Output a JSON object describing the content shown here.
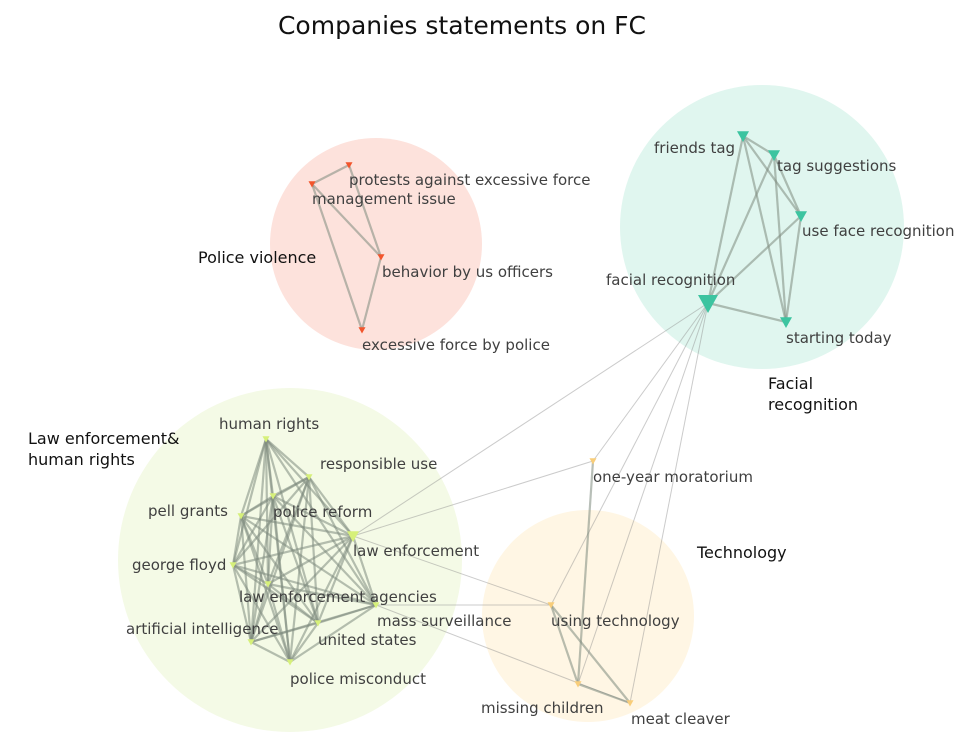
{
  "title": "Companies statements on FC",
  "clusters": [
    {
      "id": "police-violence",
      "label_lines": [
        "Police violence"
      ],
      "color": "#fde2dc"
    },
    {
      "id": "facial-recognition",
      "label_lines": [
        "Facial",
        "recognition"
      ],
      "color": "#e0f6ef"
    },
    {
      "id": "law-enforcement",
      "label_lines": [
        "Law enforcement&",
        "human rights"
      ],
      "color": "#f4fae6"
    },
    {
      "id": "technology",
      "label_lines": [
        "Technology"
      ],
      "color": "#fff6e4"
    }
  ],
  "nodes": [
    {
      "id": "protests",
      "label": "protests against excessive force",
      "cluster": "police-violence",
      "color": "#f2552c",
      "size": "small"
    },
    {
      "id": "management",
      "label": "management issue",
      "cluster": "police-violence",
      "color": "#f2552c",
      "size": "small"
    },
    {
      "id": "behavior",
      "label": "behavior by us officers",
      "cluster": "police-violence",
      "color": "#f2552c",
      "size": "small"
    },
    {
      "id": "excessive",
      "label": "excessive force by police",
      "cluster": "police-violence",
      "color": "#f2552c",
      "size": "small"
    },
    {
      "id": "friends",
      "label": "friends tag",
      "cluster": "facial-recognition",
      "color": "#3cc4a0",
      "size": "medium"
    },
    {
      "id": "tagsugg",
      "label": "tag suggestions",
      "cluster": "facial-recognition",
      "color": "#3cc4a0",
      "size": "medium"
    },
    {
      "id": "useface",
      "label": "use face recognition",
      "cluster": "facial-recognition",
      "color": "#3cc4a0",
      "size": "medium"
    },
    {
      "id": "facial",
      "label": "facial recognition",
      "cluster": "facial-recognition",
      "color": "#3cc4a0",
      "size": "large"
    },
    {
      "id": "starting",
      "label": "starting today",
      "cluster": "facial-recognition",
      "color": "#3cc4a0",
      "size": "medium"
    },
    {
      "id": "humanrights",
      "label": "human rights",
      "cluster": "law-enforcement",
      "color": "#d6f07a",
      "size": "small"
    },
    {
      "id": "responsible",
      "label": "responsible use",
      "cluster": "law-enforcement",
      "color": "#d6f07a",
      "size": "small"
    },
    {
      "id": "pell",
      "label": "pell grants",
      "cluster": "law-enforcement",
      "color": "#d6f07a",
      "size": "small"
    },
    {
      "id": "policereform",
      "label": "police reform",
      "cluster": "law-enforcement",
      "color": "#d6f07a",
      "size": "small"
    },
    {
      "id": "lawenf",
      "label": "law enforcement",
      "cluster": "law-enforcement",
      "color": "#d6f07a",
      "size": "medium"
    },
    {
      "id": "george",
      "label": "george floyd",
      "cluster": "law-enforcement",
      "color": "#d6f07a",
      "size": "small"
    },
    {
      "id": "agencies",
      "label": "law enforcement agencies",
      "cluster": "law-enforcement",
      "color": "#d6f07a",
      "size": "small"
    },
    {
      "id": "ai",
      "label": "artificial intelligence",
      "cluster": "law-enforcement",
      "color": "#d6f07a",
      "size": "small"
    },
    {
      "id": "massurv",
      "label": "mass surveillance",
      "cluster": "law-enforcement",
      "color": "#d6f07a",
      "size": "small"
    },
    {
      "id": "us",
      "label": "united states",
      "cluster": "law-enforcement",
      "color": "#d6f07a",
      "size": "small"
    },
    {
      "id": "misconduct",
      "label": "police misconduct",
      "cluster": "law-enforcement",
      "color": "#d6f07a",
      "size": "small"
    },
    {
      "id": "moratorium",
      "label": "one-year moratorium",
      "cluster": "technology",
      "color": "#f8cd7a",
      "size": "small"
    },
    {
      "id": "usingtech",
      "label": "using technology",
      "cluster": "technology",
      "color": "#f8cd7a",
      "size": "small"
    },
    {
      "id": "missing",
      "label": "missing children",
      "cluster": "technology",
      "color": "#f8cd7a",
      "size": "small"
    },
    {
      "id": "meat",
      "label": "meat cleaver",
      "cluster": "technology",
      "color": "#f8cd7a",
      "size": "small"
    }
  ],
  "edges": [
    [
      "protests",
      "management"
    ],
    [
      "protests",
      "behavior"
    ],
    [
      "management",
      "behavior"
    ],
    [
      "management",
      "excessive"
    ],
    [
      "behavior",
      "excessive"
    ],
    [
      "friends",
      "tagsugg"
    ],
    [
      "friends",
      "useface"
    ],
    [
      "friends",
      "facial"
    ],
    [
      "friends",
      "starting"
    ],
    [
      "tagsugg",
      "useface"
    ],
    [
      "tagsugg",
      "facial"
    ],
    [
      "tagsugg",
      "starting"
    ],
    [
      "useface",
      "facial"
    ],
    [
      "useface",
      "starting"
    ],
    [
      "facial",
      "starting"
    ],
    [
      "humanrights",
      "responsible"
    ],
    [
      "humanrights",
      "pell"
    ],
    [
      "humanrights",
      "policereform"
    ],
    [
      "humanrights",
      "lawenf"
    ],
    [
      "humanrights",
      "george"
    ],
    [
      "humanrights",
      "agencies"
    ],
    [
      "humanrights",
      "ai"
    ],
    [
      "humanrights",
      "massurv"
    ],
    [
      "humanrights",
      "us"
    ],
    [
      "humanrights",
      "misconduct"
    ],
    [
      "responsible",
      "pell"
    ],
    [
      "responsible",
      "policereform"
    ],
    [
      "responsible",
      "lawenf"
    ],
    [
      "responsible",
      "george"
    ],
    [
      "responsible",
      "agencies"
    ],
    [
      "responsible",
      "ai"
    ],
    [
      "responsible",
      "massurv"
    ],
    [
      "responsible",
      "us"
    ],
    [
      "responsible",
      "misconduct"
    ],
    [
      "pell",
      "policereform"
    ],
    [
      "pell",
      "lawenf"
    ],
    [
      "pell",
      "george"
    ],
    [
      "pell",
      "agencies"
    ],
    [
      "pell",
      "ai"
    ],
    [
      "pell",
      "us"
    ],
    [
      "pell",
      "misconduct"
    ],
    [
      "pell",
      "massurv"
    ],
    [
      "policereform",
      "lawenf"
    ],
    [
      "policereform",
      "george"
    ],
    [
      "policereform",
      "agencies"
    ],
    [
      "policereform",
      "ai"
    ],
    [
      "policereform",
      "us"
    ],
    [
      "policereform",
      "misconduct"
    ],
    [
      "policereform",
      "massurv"
    ],
    [
      "lawenf",
      "george"
    ],
    [
      "lawenf",
      "agencies"
    ],
    [
      "lawenf",
      "ai"
    ],
    [
      "lawenf",
      "massurv"
    ],
    [
      "lawenf",
      "us"
    ],
    [
      "lawenf",
      "misconduct"
    ],
    [
      "george",
      "agencies"
    ],
    [
      "george",
      "ai"
    ],
    [
      "george",
      "massurv"
    ],
    [
      "george",
      "us"
    ],
    [
      "george",
      "misconduct"
    ],
    [
      "agencies",
      "ai"
    ],
    [
      "agencies",
      "massurv"
    ],
    [
      "agencies",
      "us"
    ],
    [
      "agencies",
      "misconduct"
    ],
    [
      "ai",
      "us"
    ],
    [
      "ai",
      "misconduct"
    ],
    [
      "ai",
      "massurv"
    ],
    [
      "massurv",
      "us"
    ],
    [
      "massurv",
      "misconduct"
    ],
    [
      "us",
      "misconduct"
    ],
    [
      "lawenf",
      "facial"
    ],
    [
      "lawenf",
      "moratorium"
    ],
    [
      "lawenf",
      "usingtech"
    ],
    [
      "massurv",
      "usingtech"
    ],
    [
      "massurv",
      "meat"
    ],
    [
      "usingtech",
      "missing"
    ],
    [
      "usingtech",
      "meat"
    ],
    [
      "missing",
      "meat"
    ],
    [
      "facial",
      "moratorium"
    ],
    [
      "facial",
      "usingtech"
    ],
    [
      "facial",
      "missing"
    ],
    [
      "facial",
      "meat"
    ],
    [
      "moratorium",
      "missing"
    ]
  ]
}
